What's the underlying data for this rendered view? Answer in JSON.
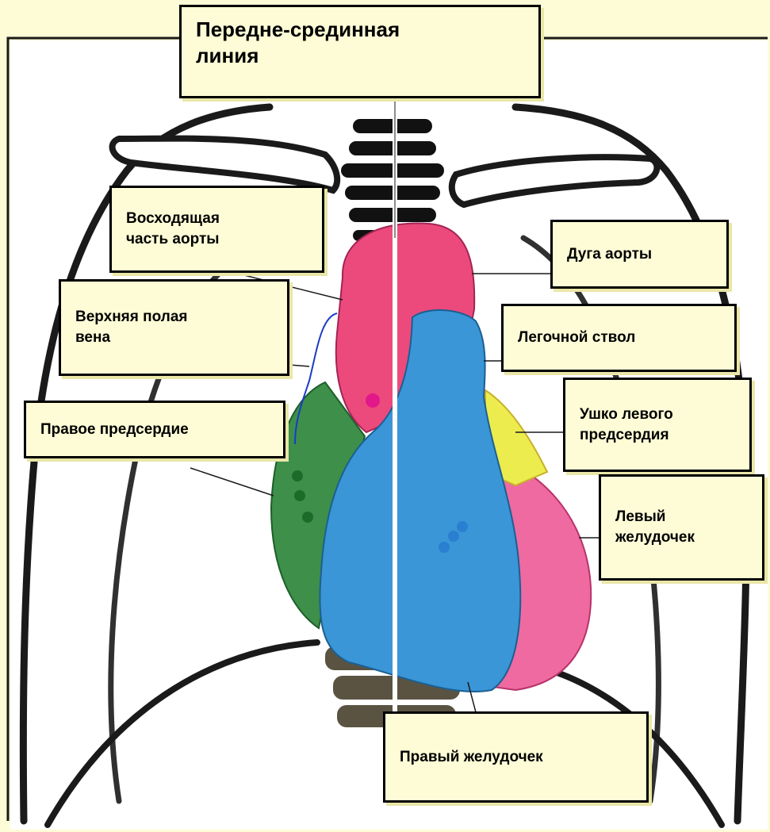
{
  "colors": {
    "background": "#fdfcd6",
    "aorta": "#ec4a7c",
    "pulmonary_trunk_and_right_ventricle": "#3a96d6",
    "right_atrium": "#3d8f4a",
    "left_atrial_appendage": "#ecec4e",
    "left_ventricle": "#ef6aa0",
    "outline": "#1a1a1a"
  },
  "labels": {
    "midline": "Передне-срединная\nлиния",
    "ascending_aorta": "Восходящая\nчасть аорты",
    "aortic_arch": "Дуга аорты",
    "superior_vena_cava": "Верхняя полая\nвена",
    "pulmonary_trunk": "Легочной ствол",
    "right_atrium": "Правое предсердие",
    "left_auricle": "Ушко левого\nпредсердия",
    "left_ventricle": "Левый\nжелудочек",
    "right_ventricle": "Правый желудочек"
  }
}
